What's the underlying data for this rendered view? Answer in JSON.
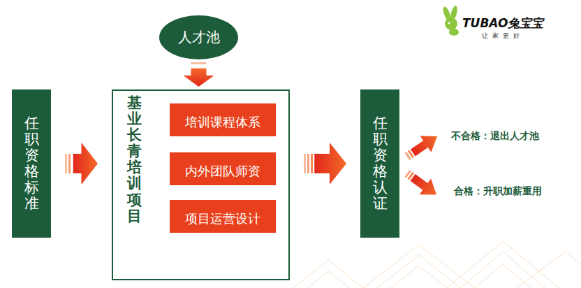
{
  "diagram": {
    "nodes": [
      {
        "text": [
          "人才池"
        ]
      },
      {
        "text": [
          "任职资格标准"
        ]
      },
      {
        "text": [
          "基业长青培训项目"
        ]
      },
      {
        "text": [
          "培训课程体系"
        ],
        "in": 2
      },
      {
        "text": [
          "内外团队师资"
        ],
        "in": 2
      },
      {
        "text": [
          "项目运营设计"
        ],
        "in": 2
      },
      {
        "text": [
          "任职资格认证"
        ]
      }
    ],
    "edges": [
      {
        "from": 0,
        "to": 2,
        "arrow": "to"
      },
      {
        "from": 1,
        "to": 2,
        "arrow": "to"
      },
      {
        "from": 2,
        "to": 6,
        "arrow": "to"
      }
    ],
    "labels": [
      "不合格：退出人才池",
      "合格：升职加薪重用",
      "TUBAO兔宝宝",
      "让家更好"
    ]
  }
}
